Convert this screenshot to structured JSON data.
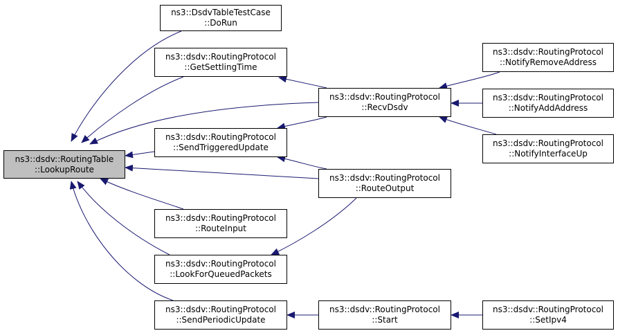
{
  "colors": {
    "edge": "#191970",
    "root_fill": "#bfbfbf",
    "node_fill": "#ffffff",
    "border": "#000000"
  },
  "nodes": {
    "lookup_route": {
      "line1": "ns3::dsdv::RoutingTable",
      "line2": "::LookupRoute"
    },
    "dsdv_table_test_case": {
      "line1": "ns3::DsdvTableTestCase",
      "line2": "::DoRun"
    },
    "get_settling_time": {
      "line1": "ns3::dsdv::RoutingProtocol",
      "line2": "::GetSettlingTime"
    },
    "send_triggered_update": {
      "line1": "ns3::dsdv::RoutingProtocol",
      "line2": "::SendTriggeredUpdate"
    },
    "route_input": {
      "line1": "ns3::dsdv::RoutingProtocol",
      "line2": "::RouteInput"
    },
    "look_for_queued_packets": {
      "line1": "ns3::dsdv::RoutingProtocol",
      "line2": "::LookForQueuedPackets"
    },
    "send_periodic_update": {
      "line1": "ns3::dsdv::RoutingProtocol",
      "line2": "::SendPeriodicUpdate"
    },
    "recv_dsdv": {
      "line1": "ns3::dsdv::RoutingProtocol",
      "line2": "::RecvDsdv"
    },
    "route_output": {
      "line1": "ns3::dsdv::RoutingProtocol",
      "line2": "::RouteOutput"
    },
    "start": {
      "line1": "ns3::dsdv::RoutingProtocol",
      "line2": "::Start"
    },
    "notify_remove_address": {
      "line1": "ns3::dsdv::RoutingProtocol",
      "line2": "::NotifyRemoveAddress"
    },
    "notify_add_address": {
      "line1": "ns3::dsdv::RoutingProtocol",
      "line2": "::NotifyAddAddress"
    },
    "notify_interface_up": {
      "line1": "ns3::dsdv::RoutingProtocol",
      "line2": "::NotifyInterfaceUp"
    },
    "set_ipv4": {
      "line1": "ns3::dsdv::RoutingProtocol",
      "line2": "::SetIpv4"
    }
  },
  "edges": [
    {
      "from": "dsdv_table_test_case",
      "to": "lookup_route"
    },
    {
      "from": "get_settling_time",
      "to": "lookup_route"
    },
    {
      "from": "recv_dsdv",
      "to": "lookup_route"
    },
    {
      "from": "send_triggered_update",
      "to": "lookup_route"
    },
    {
      "from": "route_output",
      "to": "lookup_route"
    },
    {
      "from": "route_input",
      "to": "lookup_route"
    },
    {
      "from": "look_for_queued_packets",
      "to": "lookup_route"
    },
    {
      "from": "send_periodic_update",
      "to": "lookup_route"
    },
    {
      "from": "recv_dsdv",
      "to": "get_settling_time"
    },
    {
      "from": "recv_dsdv",
      "to": "send_triggered_update"
    },
    {
      "from": "route_output",
      "to": "send_triggered_update"
    },
    {
      "from": "route_output",
      "to": "look_for_queued_packets"
    },
    {
      "from": "start",
      "to": "send_periodic_update"
    },
    {
      "from": "notify_remove_address",
      "to": "recv_dsdv"
    },
    {
      "from": "notify_add_address",
      "to": "recv_dsdv"
    },
    {
      "from": "notify_interface_up",
      "to": "recv_dsdv"
    },
    {
      "from": "set_ipv4",
      "to": "start"
    }
  ]
}
